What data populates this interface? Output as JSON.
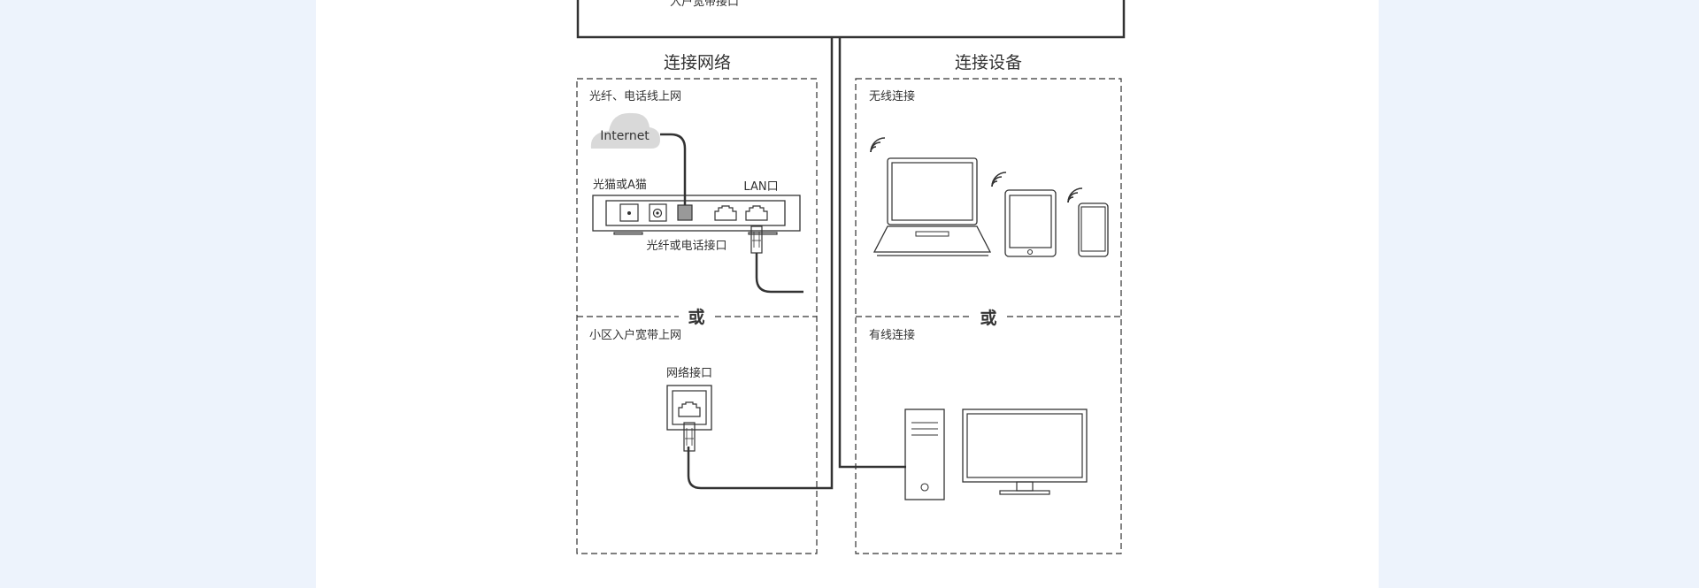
{
  "diagram": {
    "top_partial_label": "入户宽带接口",
    "network": {
      "heading": "连接网络",
      "fiber_panel_title": "光纤、电话线上网",
      "cloud_label": "Internet",
      "modem_label": "光猫或A猫",
      "lan_label": "LAN口",
      "fiber_port_label": "光纤或电话接口",
      "or_label": "或",
      "community_panel_title": "小区入户宽带上网",
      "wall_port_label": "网络接口"
    },
    "devices": {
      "heading": "连接设备",
      "wireless_panel_title": "无线连接",
      "or_label": "或",
      "wired_panel_title": "有线连接"
    }
  },
  "icons": {
    "cloud": "cloud-icon",
    "modem": "modem-icon",
    "wifi": "wifi-icon",
    "laptop": "laptop-icon",
    "tablet": "tablet-icon",
    "phone": "phone-icon",
    "desktop": "desktop-tower-icon",
    "monitor": "monitor-icon",
    "wall_port": "wall-port-icon"
  },
  "colors": {
    "background": "#edf3fc",
    "page": "#ffffff",
    "ink": "#333333",
    "cloud": "#d9d9d9"
  }
}
